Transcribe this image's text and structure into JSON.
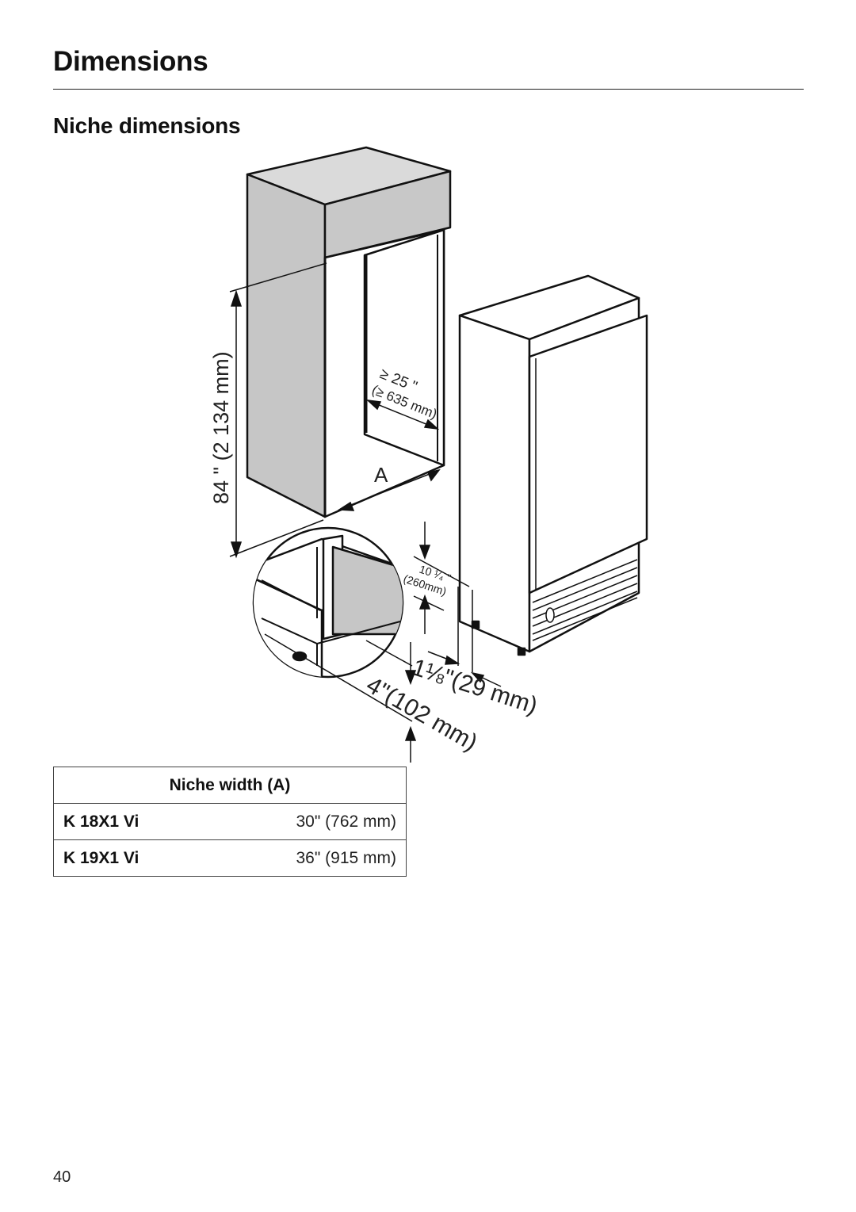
{
  "header": {
    "title": "Dimensions",
    "section_title": "Niche dimensions"
  },
  "diagram": {
    "height_label": "84 \" (2 134 mm)",
    "depth_label": "≥ 25 \"",
    "depth_label_mm": "(≥ 635 mm)",
    "niche_width_marker": "A",
    "gap_label": "10 ¹⁄₄ \"",
    "gap_label_mm": "(260mm)",
    "setback_label": "1⅛\"(29 mm)",
    "base_label": "4\"(102 mm)"
  },
  "table": {
    "header": "Niche width (A)",
    "rows": [
      {
        "model": "K 18X1 Vi",
        "width": "30\" (762 mm)"
      },
      {
        "model": "K 19X1 Vi",
        "width": "36\" (915 mm)"
      }
    ]
  },
  "footer": {
    "page_number": "40"
  }
}
